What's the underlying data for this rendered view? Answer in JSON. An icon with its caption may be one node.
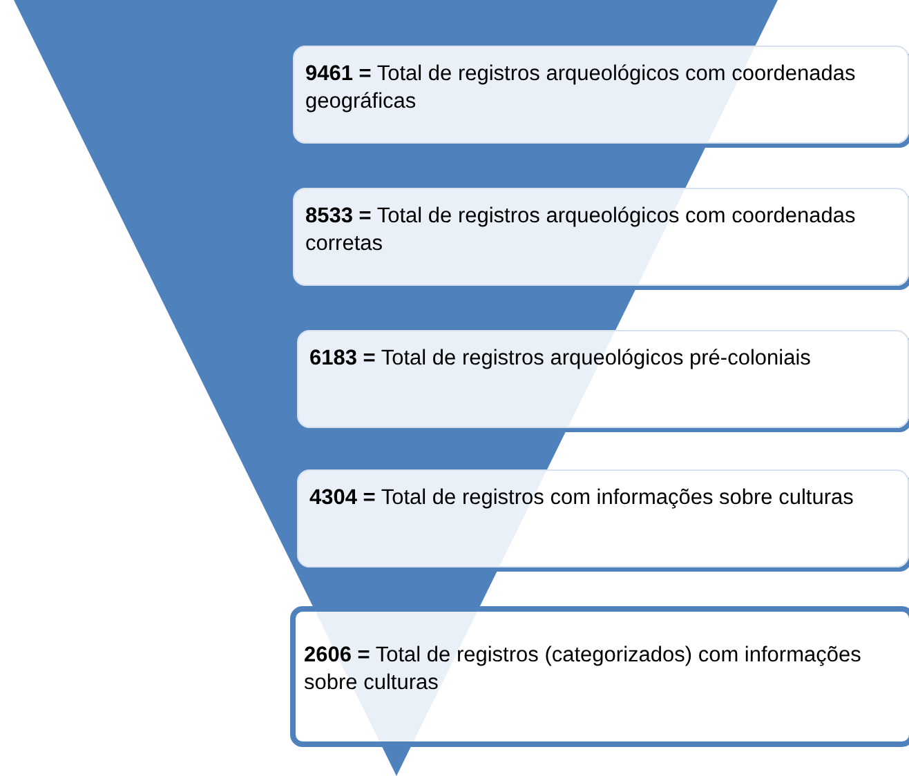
{
  "diagram": {
    "nodes": [
      {
        "text": [
          "**9461 =** Total de registros arqueológicos com coordenadas geográficas"
        ]
      },
      {
        "text": [
          "**8533 =** Total de registros arqueológicos com coordenadas corretas"
        ]
      },
      {
        "text": [
          "**6183 =** Total de registros arqueológicos pré-coloniais"
        ]
      },
      {
        "text": [
          "**4304 =** Total de registros com informações sobre culturas"
        ]
      },
      {
        "text": [
          "**2606 =** Total de registros  (categorizados) com informações sobre culturas"
        ]
      }
    ]
  }
}
